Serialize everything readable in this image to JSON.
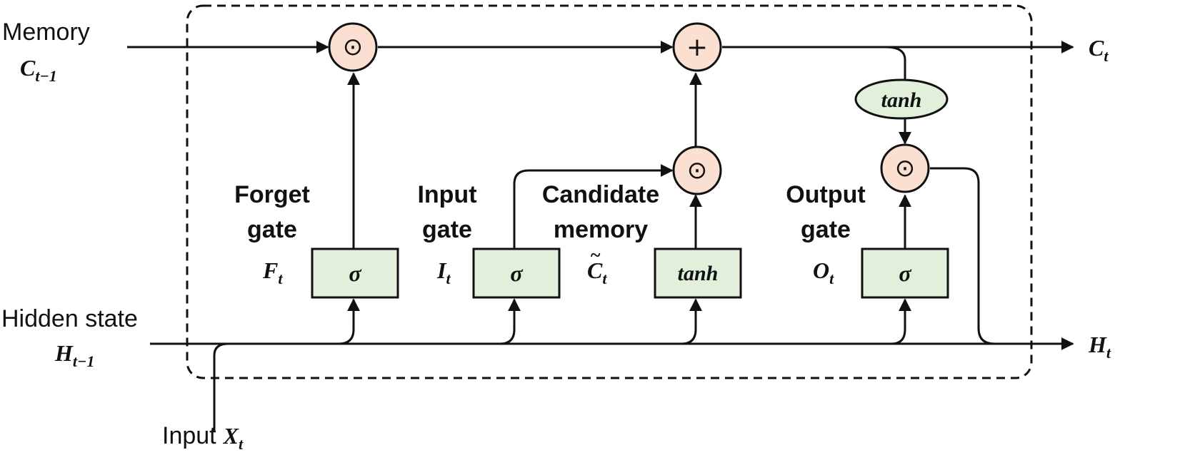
{
  "inputs": {
    "memory": {
      "label": "Memory",
      "symbol": "C",
      "sub": "t−1"
    },
    "hidden": {
      "label": "Hidden state",
      "symbol": "H",
      "sub": "t−1"
    },
    "x": {
      "label": "Input",
      "symbol": "X",
      "sub": "t"
    }
  },
  "outputs": {
    "cell": {
      "symbol": "C",
      "sub": "t"
    },
    "hidden": {
      "symbol": "H",
      "sub": "t"
    }
  },
  "gates": {
    "forget": {
      "line1": "Forget",
      "line2": "gate",
      "symbol": "F",
      "sub": "t",
      "activation": "σ"
    },
    "input": {
      "line1": "Input",
      "line2": "gate",
      "symbol": "I",
      "sub": "t",
      "activation": "σ"
    },
    "candidate": {
      "line1": "Candidate",
      "line2": "memory",
      "symbol": "C",
      "accent": "~",
      "sub": "t",
      "activation": "tanh"
    },
    "output": {
      "line1": "Output",
      "line2": "gate",
      "symbol": "O",
      "sub": "t",
      "activation": "σ"
    }
  },
  "operators": {
    "multiply": "⊙",
    "add": "+",
    "tanh": "tanh"
  },
  "colors": {
    "gate_fill": "#e2efda",
    "operator_fill": "#fbe0d2",
    "line": "#111111"
  }
}
